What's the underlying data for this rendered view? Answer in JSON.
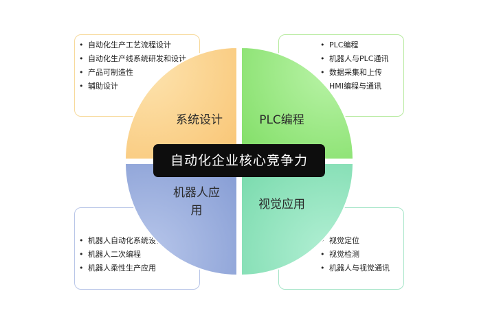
{
  "center_title": "自动化企业核心竞争力",
  "colors": {
    "tl": "#fcd28e",
    "tr": "#9beb86",
    "bl": "#9fb2e0",
    "br": "#93e6c1"
  },
  "quadrants": {
    "tl": {
      "label": "系统设计",
      "items": [
        "自动化生产工艺流程设计",
        "自动化生产线系统研发和设计",
        "产品可制造性",
        "辅助设计"
      ]
    },
    "tr": {
      "label": "PLC编程",
      "items": [
        "PLC编程",
        "机器人与PLC通讯",
        "数据采集和上传",
        "HMI编程与通讯"
      ]
    },
    "bl": {
      "label_line1": "机器人应",
      "label_line2": "用",
      "items": [
        "机器人自动化系统设计",
        "机器人二次编程",
        "机器人柔性生产应用"
      ]
    },
    "br": {
      "label": "视觉应用",
      "items": [
        "视觉定位",
        "视觉检测",
        "机器人与视觉通讯"
      ]
    }
  }
}
